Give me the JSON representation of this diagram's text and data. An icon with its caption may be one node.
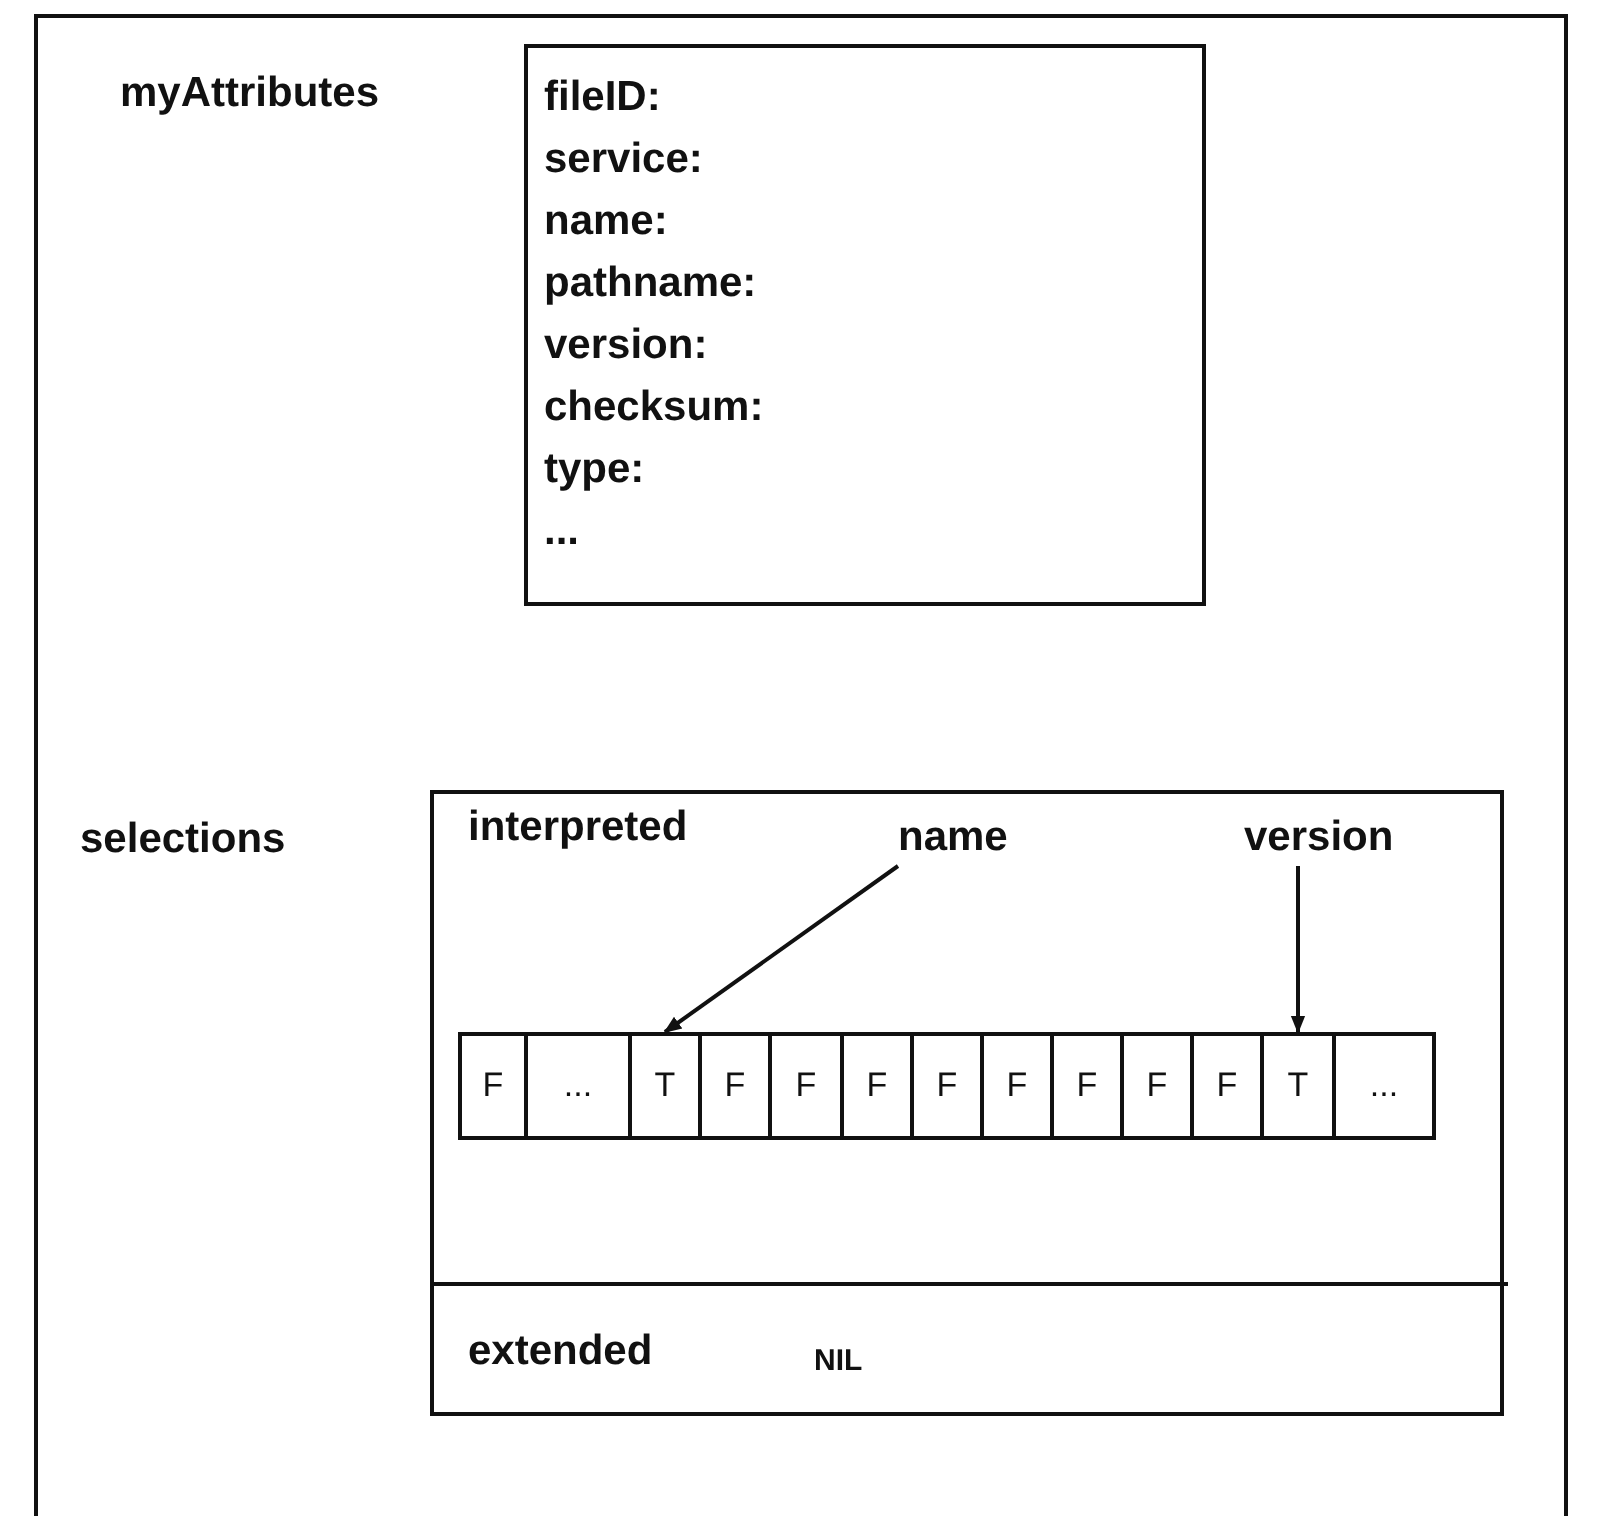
{
  "diagram": {
    "nodes": [
      {
        "text": [
          "myAttributes",
          "fileID:",
          "service:",
          "name:",
          "pathname:",
          "version:",
          "checksum:",
          "type:",
          "..."
        ]
      },
      {
        "text": [
          "selections"
        ]
      },
      {
        "text": [
          "interpreted"
        ],
        "in": 1
      },
      {
        "text": [
          "extended",
          "NIL"
        ],
        "in": 1
      },
      {
        "text": [
          "name"
        ],
        "in": 2
      },
      {
        "text": [
          "version"
        ],
        "in": 2
      },
      {
        "text": [
          "F"
        ],
        "in": 2
      },
      {
        "text": [
          "..."
        ],
        "in": 2
      },
      {
        "text": [
          "T"
        ],
        "in": 2
      },
      {
        "text": [
          "F"
        ],
        "in": 2
      },
      {
        "text": [
          "F"
        ],
        "in": 2
      },
      {
        "text": [
          "F"
        ],
        "in": 2
      },
      {
        "text": [
          "F"
        ],
        "in": 2
      },
      {
        "text": [
          "F"
        ],
        "in": 2
      },
      {
        "text": [
          "F"
        ],
        "in": 2
      },
      {
        "text": [
          "F"
        ],
        "in": 2
      },
      {
        "text": [
          "F"
        ],
        "in": 2
      },
      {
        "text": [
          "T"
        ],
        "in": 2
      },
      {
        "text": [
          "..."
        ],
        "in": 2
      }
    ],
    "edges": [
      {
        "from": 4,
        "to": 8,
        "arrow": "to"
      },
      {
        "from": 5,
        "to": 17,
        "arrow": "to"
      }
    ]
  }
}
